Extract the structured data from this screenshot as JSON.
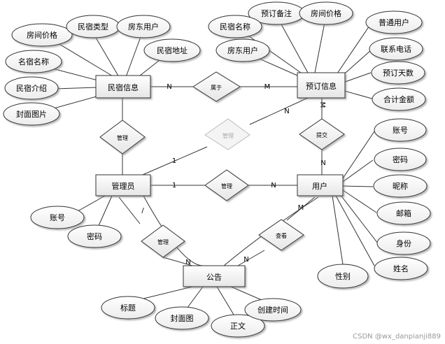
{
  "diagram": {
    "entities": [
      {
        "id": "minsu",
        "label": "民宿信息"
      },
      {
        "id": "yuding",
        "label": "预订信息"
      },
      {
        "id": "admin",
        "label": "管理员"
      },
      {
        "id": "user",
        "label": "用户"
      },
      {
        "id": "notice",
        "label": "公告"
      }
    ],
    "relationships": [
      {
        "id": "belong",
        "label": "属于"
      },
      {
        "id": "mgr_minsu",
        "label": "管理"
      },
      {
        "id": "mgr_yuding",
        "label": "管理"
      },
      {
        "id": "submit",
        "label": "提交"
      },
      {
        "id": "mgr_user",
        "label": "管理"
      },
      {
        "id": "mgr_notice",
        "label": "管理"
      },
      {
        "id": "view",
        "label": "查看"
      }
    ],
    "attributes": [
      {
        "id": "a_room_price",
        "label": "房间价格"
      },
      {
        "id": "a_minsu_type",
        "label": "民宿类型"
      },
      {
        "id": "a_host_user",
        "label": "房东用户"
      },
      {
        "id": "a_minsu_name2",
        "label": "名宿名称"
      },
      {
        "id": "a_minsu_addr",
        "label": "民宿地址"
      },
      {
        "id": "a_minsu_intro",
        "label": "民宿介绍"
      },
      {
        "id": "a_cover_img",
        "label": "封面图片"
      },
      {
        "id": "b_remark",
        "label": "预订备注"
      },
      {
        "id": "b_price",
        "label": "房间价格"
      },
      {
        "id": "b_minsu_name",
        "label": "民宿名称"
      },
      {
        "id": "b_normal_user",
        "label": "普通用户"
      },
      {
        "id": "b_host_user",
        "label": "房东用户"
      },
      {
        "id": "b_phone",
        "label": "联系电话"
      },
      {
        "id": "b_days",
        "label": "预订天数"
      },
      {
        "id": "b_total",
        "label": "合计金额"
      },
      {
        "id": "u_account",
        "label": "账号"
      },
      {
        "id": "u_password",
        "label": "密码"
      },
      {
        "id": "u_nick",
        "label": "昵称"
      },
      {
        "id": "u_email",
        "label": "邮箱"
      },
      {
        "id": "u_identity",
        "label": "身份"
      },
      {
        "id": "u_name",
        "label": "姓名"
      },
      {
        "id": "u_gender",
        "label": "性别"
      },
      {
        "id": "m_account",
        "label": "账号"
      },
      {
        "id": "m_password",
        "label": "密码"
      },
      {
        "id": "n_title",
        "label": "标题"
      },
      {
        "id": "n_cover",
        "label": "封面图"
      },
      {
        "id": "n_body",
        "label": "正文"
      },
      {
        "id": "n_created",
        "label": "创建时间"
      }
    ],
    "cardinalities": [
      {
        "id": "c1",
        "label": "N"
      },
      {
        "id": "c2",
        "label": "M"
      },
      {
        "id": "c3",
        "label": "M"
      },
      {
        "id": "c4",
        "label": "N"
      },
      {
        "id": "c5",
        "label": "N"
      },
      {
        "id": "c6",
        "label": "1"
      },
      {
        "id": "c7",
        "label": "1"
      },
      {
        "id": "c8",
        "label": "N"
      },
      {
        "id": "c9",
        "label": "/"
      },
      {
        "id": "c10",
        "label": "N"
      },
      {
        "id": "c11",
        "label": "N"
      },
      {
        "id": "c12",
        "label": "M"
      }
    ],
    "watermark": "CSDN @wx_danpianji889"
  }
}
